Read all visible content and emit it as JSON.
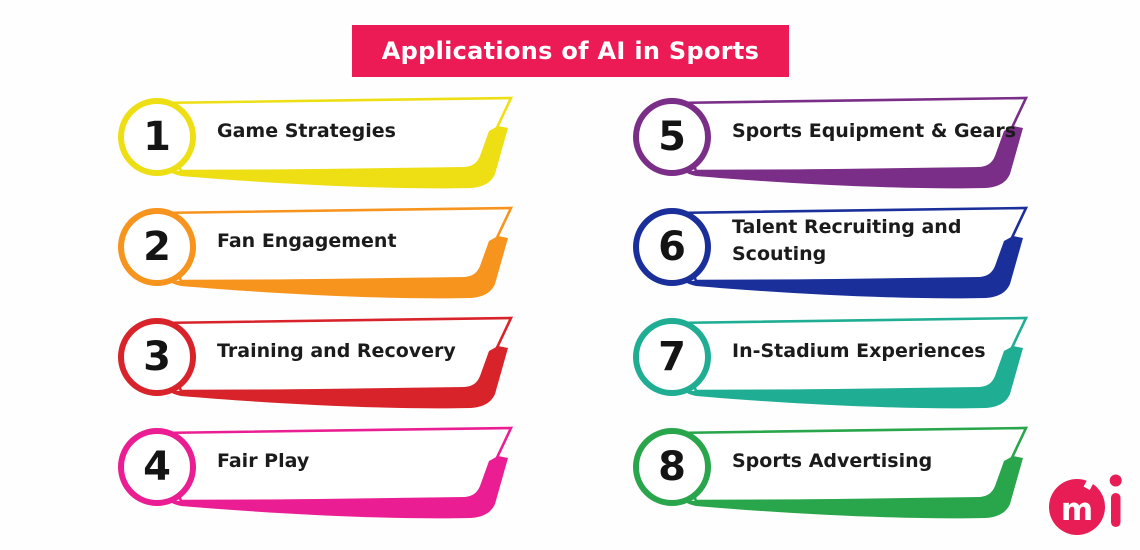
{
  "title": {
    "text": "Applications of AI in Sports",
    "bg_color": "#EC1B55",
    "text_color": "#FFFFFF"
  },
  "items": [
    {
      "number": "1",
      "label": "Game Strategies",
      "color": "#EDDF14",
      "column": 0,
      "row": 0
    },
    {
      "number": "2",
      "label": "Fan Engagement",
      "color": "#F7941E",
      "column": 0,
      "row": 1
    },
    {
      "number": "3",
      "label": "Training and Recovery",
      "color": "#D8232A",
      "column": 0,
      "row": 2
    },
    {
      "number": "4",
      "label": "Fair Play",
      "color": "#EA1E92",
      "column": 0,
      "row": 3
    },
    {
      "number": "5",
      "label": "Sports Equipment & Gears",
      "color": "#7A2E87",
      "column": 1,
      "row": 0
    },
    {
      "number": "6",
      "label": "Talent Recruiting and Scouting",
      "color": "#1B2F9B",
      "column": 1,
      "row": 1
    },
    {
      "number": "7",
      "label": "In-Stadium Experiences",
      "color": "#1FAE93",
      "column": 1,
      "row": 2
    },
    {
      "number": "8",
      "label": "Sports Advertising",
      "color": "#29A64B",
      "column": 1,
      "row": 3
    }
  ],
  "item_style": {
    "number_color": "#141414",
    "label_color": "#1B1B1B",
    "banner_fill": "#FFFFFF"
  },
  "logo": {
    "name": "cmi-logo",
    "color": "#E91D55",
    "letter_inside": "m",
    "letter_right": "i"
  },
  "canvas": {
    "background": "#FEFEFE"
  }
}
